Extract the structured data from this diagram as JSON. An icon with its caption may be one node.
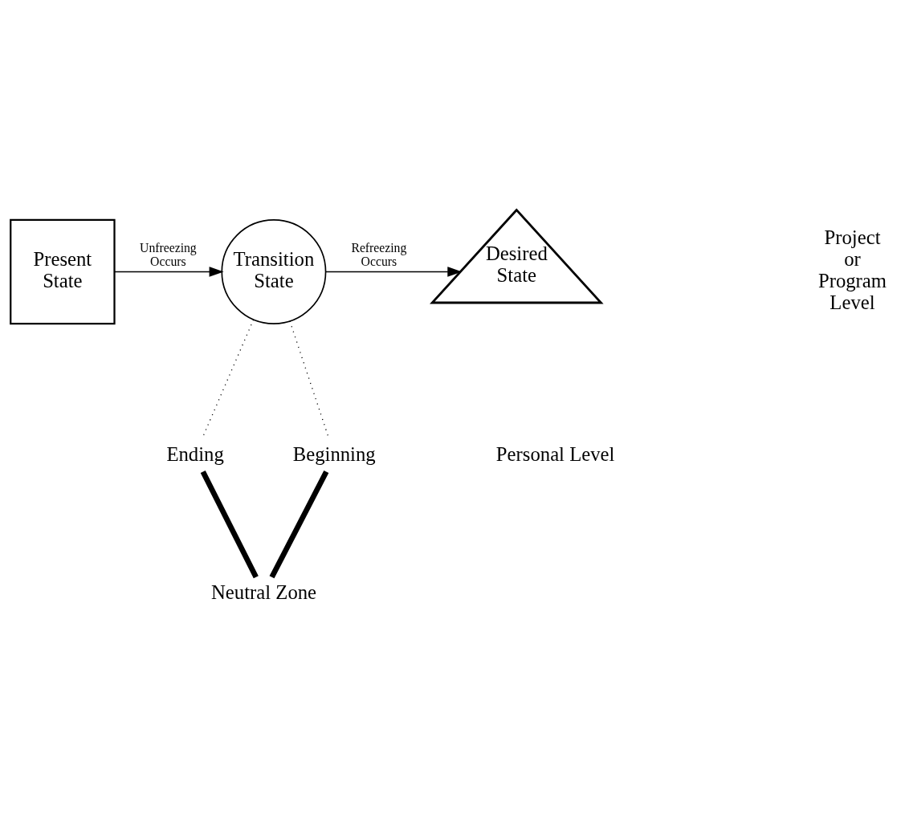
{
  "diagram": {
    "nodes": [
      {
        "text": [
          "Present State"
        ]
      },
      {
        "text": [
          "Transition State"
        ]
      },
      {
        "text": [
          "Desired State"
        ]
      },
      {
        "text": [
          "Ending"
        ]
      },
      {
        "text": [
          "Beginning"
        ]
      },
      {
        "text": [
          "Neutral Zone"
        ]
      }
    ],
    "edges": [
      {
        "from": 0,
        "to": 1,
        "arrow": "to",
        "label": "Unfreezing Occurs"
      },
      {
        "from": 1,
        "to": 2,
        "arrow": "to",
        "label": "Refreezing Occurs"
      },
      {
        "from": 1,
        "to": 3,
        "arrow": "none",
        "style": "dashed"
      },
      {
        "from": 1,
        "to": 4,
        "arrow": "none",
        "style": "dashed"
      },
      {
        "from": 3,
        "to": 5,
        "arrow": "none",
        "style": "thick"
      },
      {
        "from": 5,
        "to": 4,
        "arrow": "none",
        "style": "thick"
      }
    ],
    "labels": [
      "Project or Program Level",
      "Personal Level"
    ]
  }
}
